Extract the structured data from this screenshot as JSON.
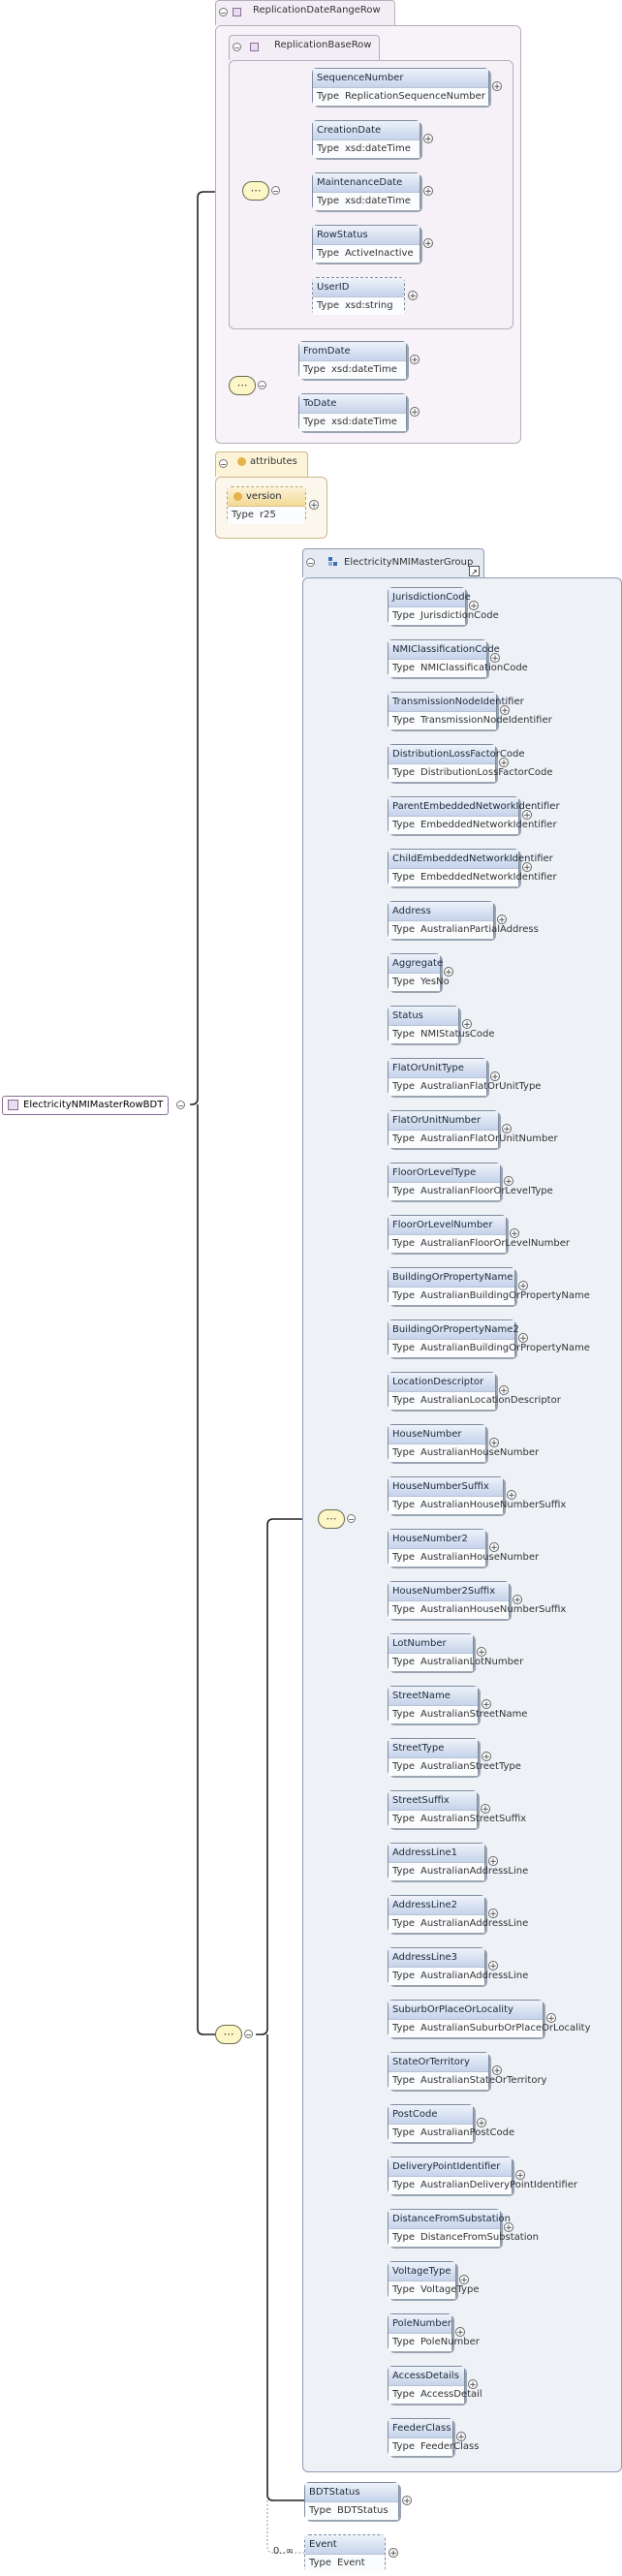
{
  "root": {
    "name": "ElectricityNMIMasterRowBDT"
  },
  "replication_date_range_row": {
    "label": "ReplicationDateRangeRow",
    "base_row": {
      "label": "ReplicationBaseRow",
      "elements": [
        {
          "name": "SequenceNumber",
          "type": "ReplicationSequenceNumber",
          "optional": false
        },
        {
          "name": "CreationDate",
          "type": "xsd:dateTime",
          "optional": false
        },
        {
          "name": "MaintenanceDate",
          "type": "xsd:dateTime",
          "optional": false
        },
        {
          "name": "RowStatus",
          "type": "ActiveInactive",
          "optional": false
        },
        {
          "name": "UserID",
          "type": "xsd:string",
          "optional": true
        }
      ]
    },
    "date_elements": [
      {
        "name": "FromDate",
        "type": "xsd:dateTime",
        "optional": false
      },
      {
        "name": "ToDate",
        "type": "xsd:dateTime",
        "optional": false
      }
    ]
  },
  "attributes_group": {
    "label": "attributes",
    "attribute": {
      "name": "version",
      "type": "r25"
    }
  },
  "master_group": {
    "label": "ElectricityNMIMasterGroup",
    "elements": [
      {
        "name": "JurisdictionCode",
        "type": "JurisdictionCode"
      },
      {
        "name": "NMIClassificationCode",
        "type": "NMIClassificationCode"
      },
      {
        "name": "TransmissionNodeIdentifier",
        "type": "TransmissionNodeIdentifier"
      },
      {
        "name": "DistributionLossFactorCode",
        "type": "DistributionLossFactorCode"
      },
      {
        "name": "ParentEmbeddedNetworkIdentifier",
        "type": "EmbeddedNetworkIdentifier"
      },
      {
        "name": "ChildEmbeddedNetworkIdentifier",
        "type": "EmbeddedNetworkIdentifier"
      },
      {
        "name": "Address",
        "type": "AustralianPartialAddress"
      },
      {
        "name": "Aggregate",
        "type": "YesNo"
      },
      {
        "name": "Status",
        "type": "NMIStatusCode"
      },
      {
        "name": "FlatOrUnitType",
        "type": "AustralianFlatOrUnitType"
      },
      {
        "name": "FlatOrUnitNumber",
        "type": "AustralianFlatOrUnitNumber"
      },
      {
        "name": "FloorOrLevelType",
        "type": "AustralianFloorOrLevelType"
      },
      {
        "name": "FloorOrLevelNumber",
        "type": "AustralianFloorOrLevelNumber"
      },
      {
        "name": "BuildingOrPropertyName",
        "type": "AustralianBuildingOrPropertyName"
      },
      {
        "name": "BuildingOrPropertyName2",
        "type": "AustralianBuildingOrPropertyName"
      },
      {
        "name": "LocationDescriptor",
        "type": "AustralianLocationDescriptor"
      },
      {
        "name": "HouseNumber",
        "type": "AustralianHouseNumber"
      },
      {
        "name": "HouseNumberSuffix",
        "type": "AustralianHouseNumberSuffix"
      },
      {
        "name": "HouseNumber2",
        "type": "AustralianHouseNumber"
      },
      {
        "name": "HouseNumber2Suffix",
        "type": "AustralianHouseNumberSuffix"
      },
      {
        "name": "LotNumber",
        "type": "AustralianLotNumber"
      },
      {
        "name": "StreetName",
        "type": "AustralianStreetName"
      },
      {
        "name": "StreetType",
        "type": "AustralianStreetType"
      },
      {
        "name": "StreetSuffix",
        "type": "AustralianStreetSuffix"
      },
      {
        "name": "AddressLine1",
        "type": "AustralianAddressLine"
      },
      {
        "name": "AddressLine2",
        "type": "AustralianAddressLine"
      },
      {
        "name": "AddressLine3",
        "type": "AustralianAddressLine"
      },
      {
        "name": "SuburbOrPlaceOrLocality",
        "type": "AustralianSuburbOrPlaceOrLocality"
      },
      {
        "name": "StateOrTerritory",
        "type": "AustralianStateOrTerritory"
      },
      {
        "name": "PostCode",
        "type": "AustralianPostCode"
      },
      {
        "name": "DeliveryPointIdentifier",
        "type": "AustralianDeliveryPointIdentifier"
      },
      {
        "name": "DistanceFromSubstation",
        "type": "DistanceFromSubstation"
      },
      {
        "name": "VoltageType",
        "type": "VoltageType"
      },
      {
        "name": "PoleNumber",
        "type": "PoleNumber"
      },
      {
        "name": "AccessDetails",
        "type": "AccessDetail"
      },
      {
        "name": "FeederClass",
        "type": "FeederClass"
      }
    ]
  },
  "tail_elements": [
    {
      "name": "BDTStatus",
      "type": "BDTStatus",
      "cardinality": ""
    },
    {
      "name": "Event",
      "type": "Event",
      "cardinality": "0..∞"
    }
  ],
  "labels": {
    "type_label": "Type",
    "collapse_symbol": "−",
    "expand_symbol": "+",
    "link_symbol": "↗"
  }
}
